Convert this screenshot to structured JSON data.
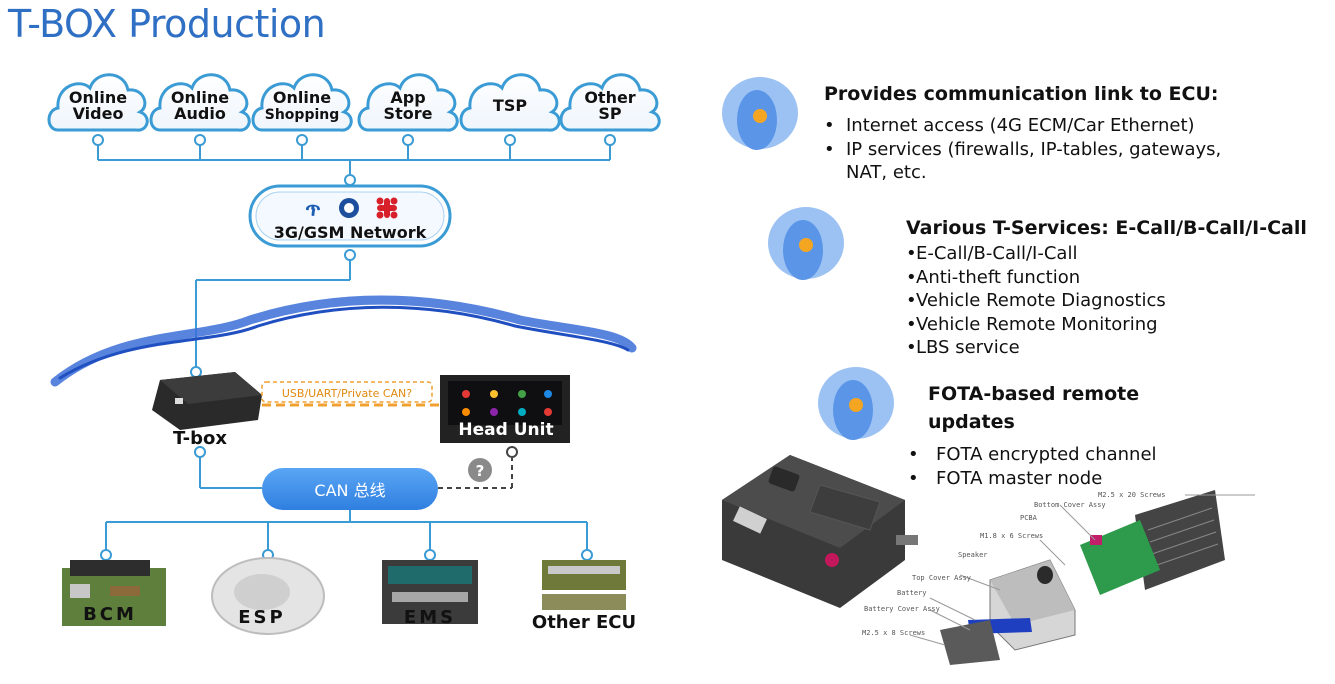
{
  "title": "T-BOX Production",
  "clouds": [
    "Online\nVideo",
    "Online\nAudio",
    "Online\nShopping",
    "App\nStore",
    "TSP",
    "Other\nSP"
  ],
  "network_label": "3G/GSM Network",
  "connection_label": "USB/UART/Private CAN?",
  "tbox_label": "T-box",
  "head_unit_label": "Head Unit",
  "can_bus_label": "CAN 总线",
  "question_mark": "?",
  "ecus": [
    "BCM",
    "ESP",
    "EMS",
    "Other ECU"
  ],
  "sections": [
    {
      "heading": "Provides communication link to ECU:",
      "items": [
        "Internet access (4G ECM/Car Ethernet)",
        "IP services (firewalls, IP-tables, gateways,",
        "NAT, etc."
      ]
    },
    {
      "heading": "Various T-Services: E-Call/B-Call/I-Call",
      "items": [
        "E-Call/B-Call/I-Call",
        "Anti-theft function",
        "Vehicle Remote Diagnostics",
        "Vehicle Remote Monitoring",
        "LBS service"
      ]
    },
    {
      "heading": "FOTA-based remote updates",
      "heading_lines": [
        "FOTA-based remote",
        "updates"
      ],
      "items": [
        "FOTA encrypted channel",
        "FOTA master node"
      ]
    }
  ],
  "exploded_labels": [
    "M2.5 x 20 Screws",
    "Bottom Cover Assy",
    "PCBA",
    "M1.8 x 6 Screws",
    "Speaker",
    "Top Cover Assy",
    "Battery",
    "Battery Cover Assy",
    "M2.5 x 8 Screws"
  ],
  "colors": {
    "title": "#2f6fc4",
    "line": "#3a9bd5",
    "can_bus": "#3d8ee8",
    "dot": "#f4a623",
    "circle": "#6aa5ee"
  }
}
